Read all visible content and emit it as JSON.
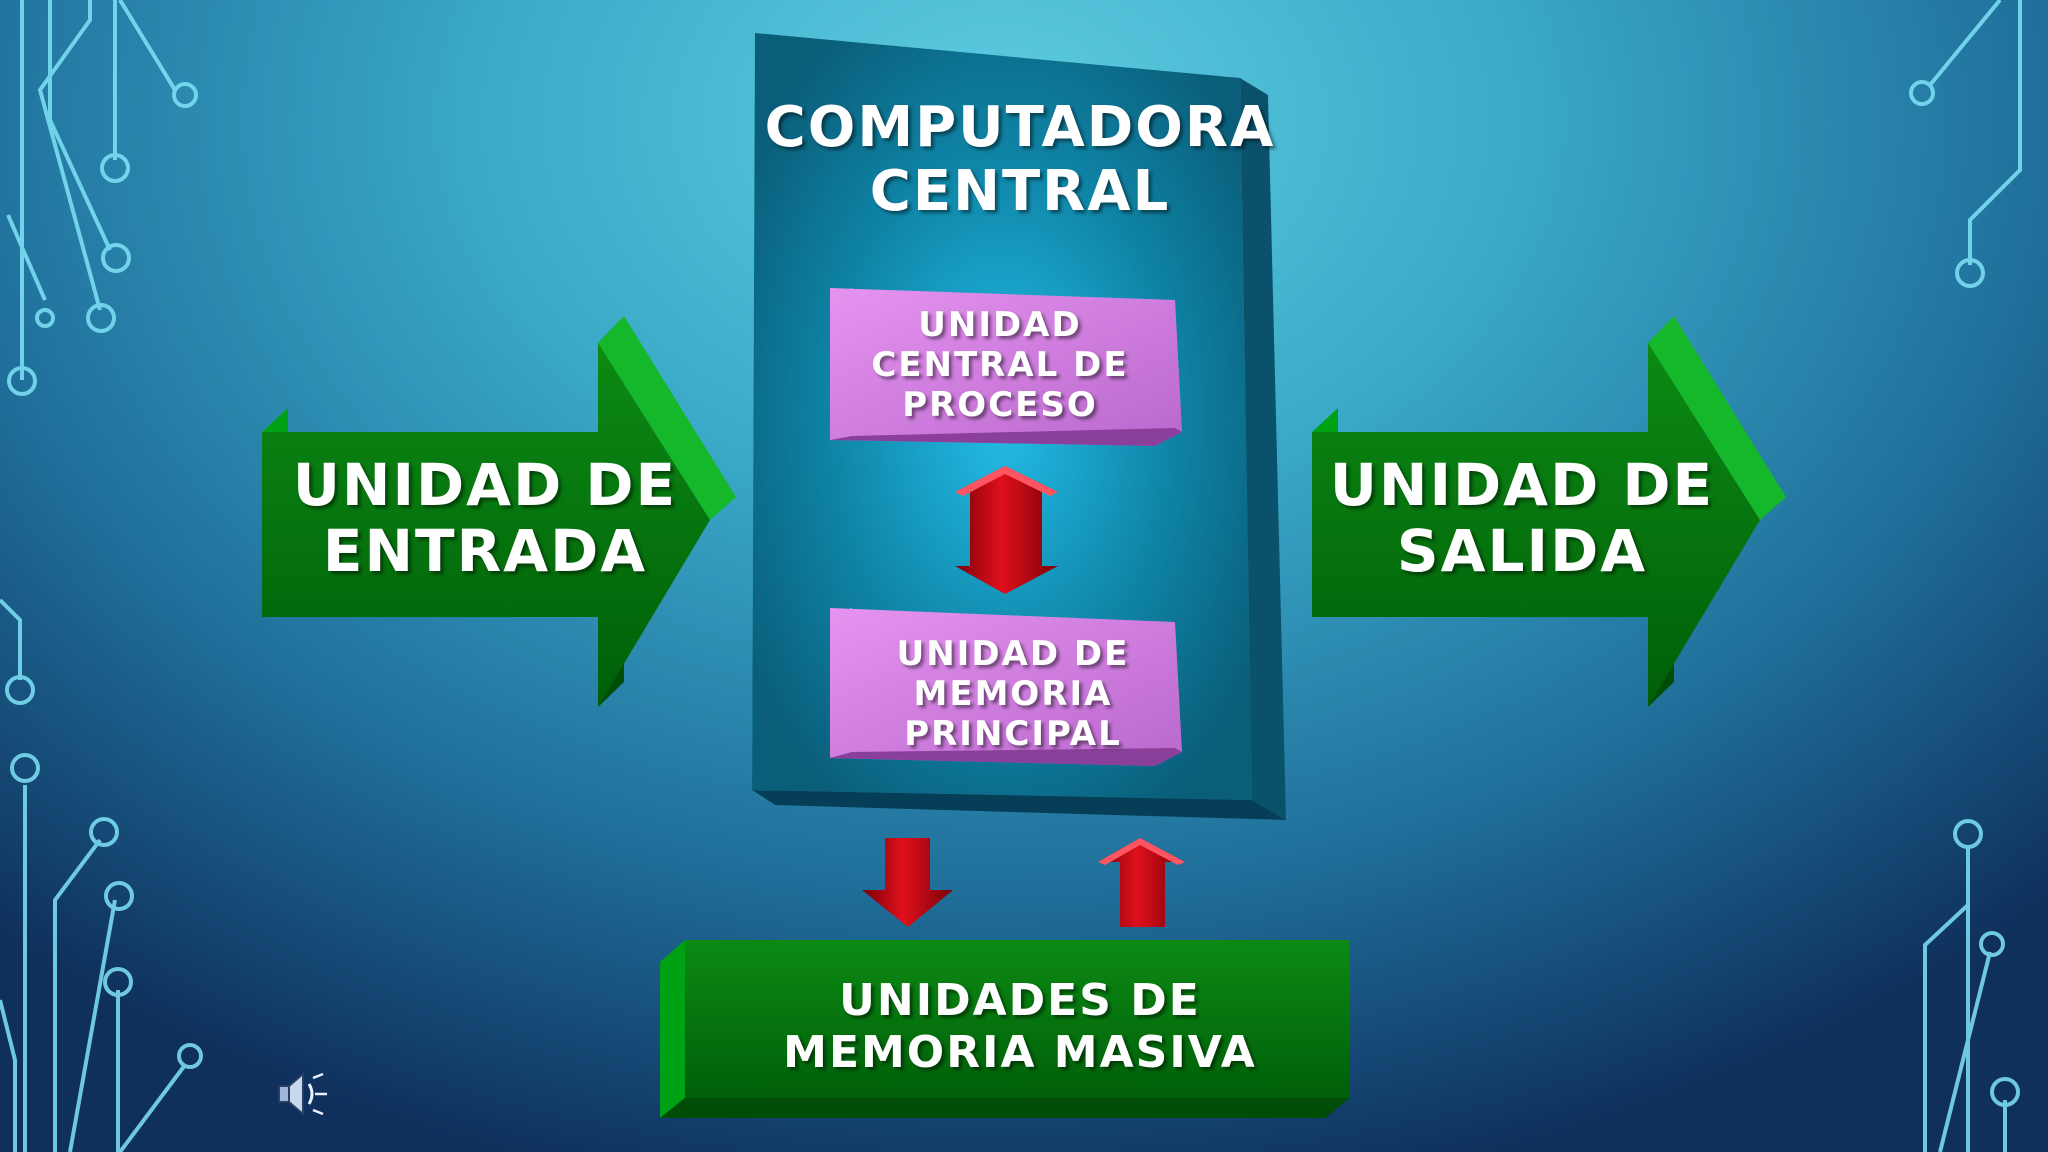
{
  "diagram": {
    "central": {
      "title_line1": "COMPUTADORA",
      "title_line2": "CENTRAL"
    },
    "cpu": {
      "line1": "UNIDAD",
      "line2": "CENTRAL DE",
      "line3": "PROCESO"
    },
    "main_memory": {
      "line1": "UNIDAD DE",
      "line2": "MEMORIA",
      "line3": "PRINCIPAL"
    },
    "input": {
      "line1": "UNIDAD DE",
      "line2": "ENTRADA"
    },
    "output": {
      "line1": "UNIDAD DE",
      "line2": "SALIDA"
    },
    "mass_storage": {
      "line1": "UNIDADES DE",
      "line2": "MEMORIA MASIVA"
    }
  },
  "icons": {
    "speaker": "speaker-icon"
  },
  "colors": {
    "arrow_green": "#0a8a12",
    "box_teal": "#0c6f8c",
    "box_pink": "#e08be8",
    "arrow_red": "#c00010",
    "circuit": "#7fe3f7"
  }
}
